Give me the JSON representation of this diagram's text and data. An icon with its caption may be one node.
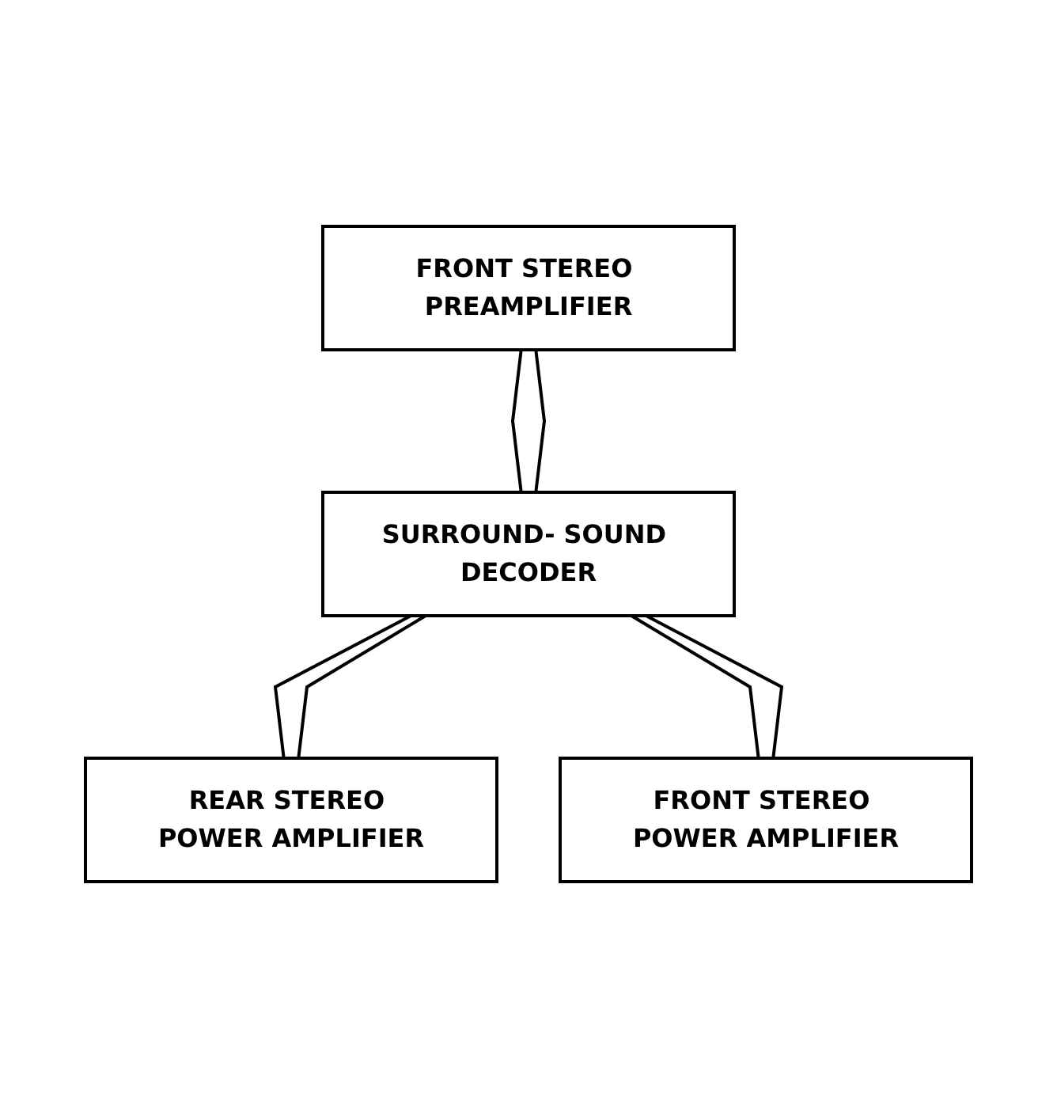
{
  "diagram": {
    "nodes": [
      {
        "text": [
          "FRONT STEREO PREAMPLIFIER"
        ]
      },
      {
        "text": [
          "SURROUND- SOUND DECODER"
        ]
      },
      {
        "text": [
          "REAR STEREO POWER AMPLIFIER"
        ]
      },
      {
        "text": [
          "FRONT STEREO POWER AMPLIFIER"
        ]
      }
    ],
    "edges": [
      {
        "from": 0,
        "to": 1,
        "arrow": "none"
      },
      {
        "from": 0,
        "to": 1,
        "arrow": "none"
      },
      {
        "from": 1,
        "to": 2,
        "arrow": "none"
      },
      {
        "from": 1,
        "to": 2,
        "arrow": "none"
      },
      {
        "from": 1,
        "to": 3,
        "arrow": "none"
      },
      {
        "from": 1,
        "to": 3,
        "arrow": "none"
      }
    ]
  }
}
